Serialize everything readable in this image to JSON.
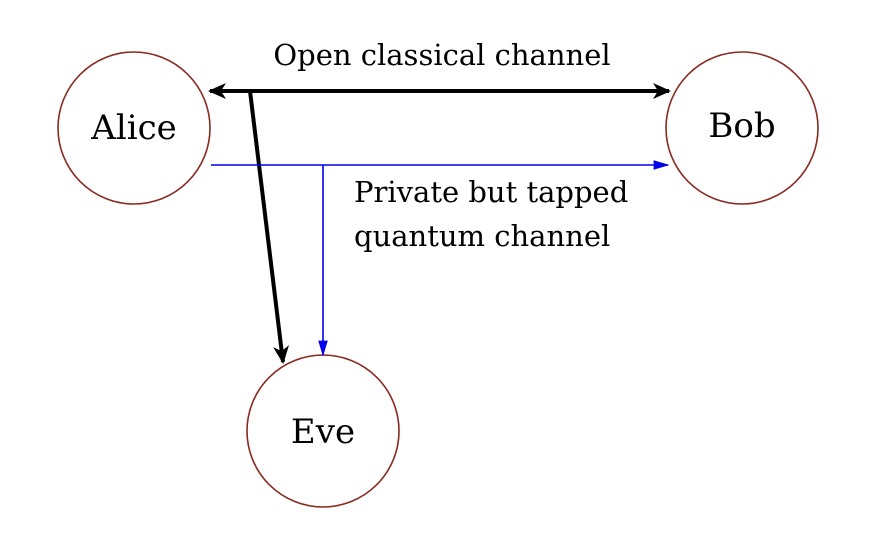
{
  "colors": {
    "node_stroke": "#8b2a22",
    "classical_channel": "#000000",
    "quantum_channel": "#0000ee",
    "background": "#ffffff"
  },
  "nodes": {
    "alice": "Alice",
    "bob": "Bob",
    "eve": "Eve"
  },
  "edges": {
    "classical": {
      "label": "Open classical channel",
      "direction": "bidirectional"
    },
    "quantum": {
      "label_line1": "Private but tapped",
      "label_line2": "quantum channel",
      "direction": "Alice to Bob, tapped to Eve"
    },
    "classical_to_eve": {
      "direction": "Alice to Eve"
    }
  }
}
